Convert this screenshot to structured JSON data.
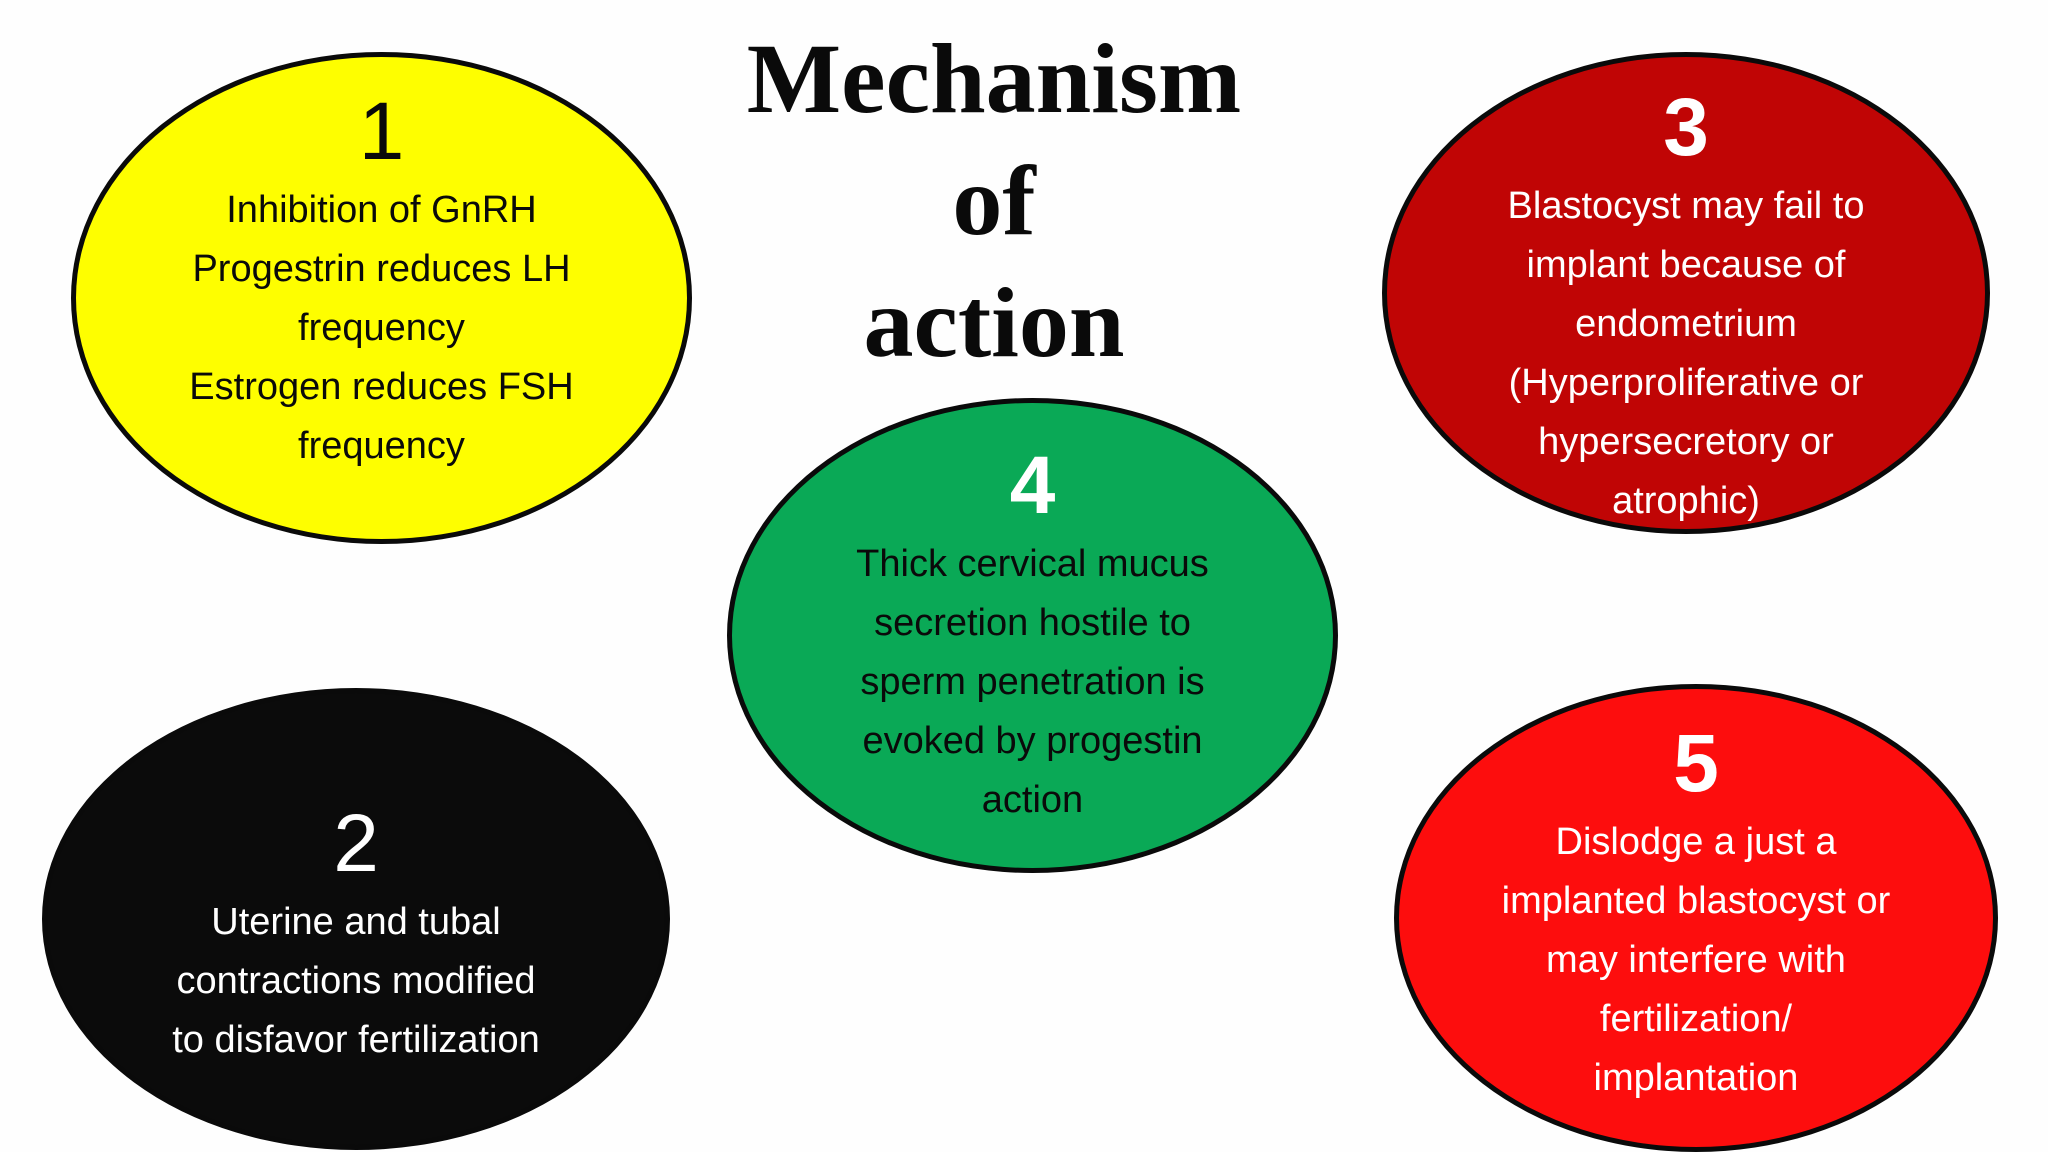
{
  "diagram": {
    "title": "Mechanism\nof\naction",
    "title_color": "#0a0a0a",
    "background": "#fefefe",
    "outline_color": "#0a0a0a",
    "bubbles": [
      {
        "number": "1",
        "text": "Inhibition of GnRH\nProgestrin reduces LH\nfrequency\nEstrogen reduces FSH\nfrequency",
        "fill": "#fefe00",
        "number_color": "#0a0a0a",
        "text_color": "#0a0a0a",
        "position": "top-left"
      },
      {
        "number": "2",
        "text": "Uterine and tubal\ncontractions modified\nto disfavor fertilization",
        "fill": "#0b0b0b",
        "number_color": "#ffffff",
        "text_color": "#ffffff",
        "position": "bottom-left"
      },
      {
        "number": "3",
        "text": "Blastocyst may fail to\nimplant because of\nendometrium\n(Hyperproliferative or\nhypersecretory or\natrophic)",
        "fill": "#c00505",
        "number_color": "#ffffff",
        "text_color": "#ffffff",
        "position": "top-right"
      },
      {
        "number": "4",
        "text": "Thick cervical mucus\nsecretion hostile to\nsperm penetration is\nevoked by progestin\naction",
        "fill": "#0aa956",
        "number_color": "#ffffff",
        "text_color": "#0a0a0a",
        "position": "center"
      },
      {
        "number": "5",
        "text": "Dislodge a just a\nimplanted blastocyst or\nmay interfere with\nfertilization/\nimplantation",
        "fill": "#fd0d0d",
        "number_color": "#ffffff",
        "text_color": "#ffffff",
        "position": "bottom-right"
      }
    ]
  }
}
